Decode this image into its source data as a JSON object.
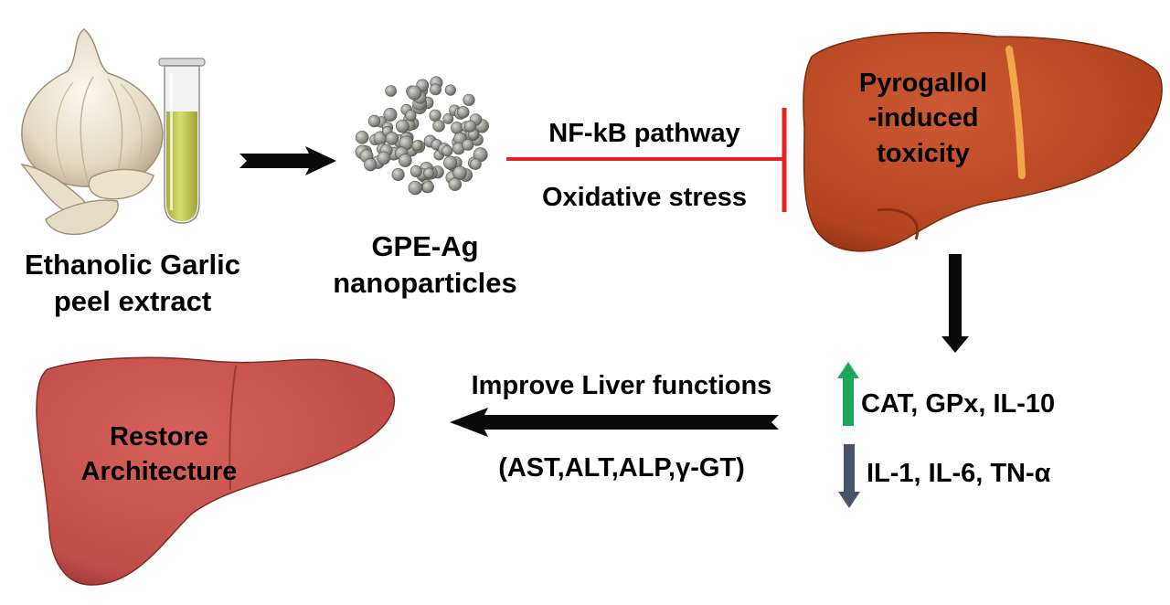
{
  "garlic": {
    "caption_line1": "Ethanolic Garlic",
    "caption_line2": "peel extract"
  },
  "nanoparticles": {
    "caption_line1": "GPE-Ag",
    "caption_line2": "nanoparticles"
  },
  "inhibition": {
    "label_top": "NF-kB pathway",
    "label_bottom": "Oxidative stress"
  },
  "toxic_liver": {
    "line1": "Pyrogallol",
    "line2": "-induced",
    "line3": "toxicity"
  },
  "markers": {
    "up": "CAT, GPx, IL-10",
    "down": "IL-1, IL-6, TN-α"
  },
  "improve": {
    "label_top": "Improve Liver functions",
    "label_bottom": "(AST,ALT,ALP,γ-GT)"
  },
  "healthy_liver": {
    "line1": "Restore",
    "line2": "Architecture"
  },
  "colors": {
    "inhibition_red": "#e8201f",
    "arrow_black": "#0a0a0a",
    "up_green": "#1fa55a",
    "down_slate": "#46546c",
    "toxic_liver": "#b8482a",
    "healthy_liver": "#c24e4a"
  }
}
